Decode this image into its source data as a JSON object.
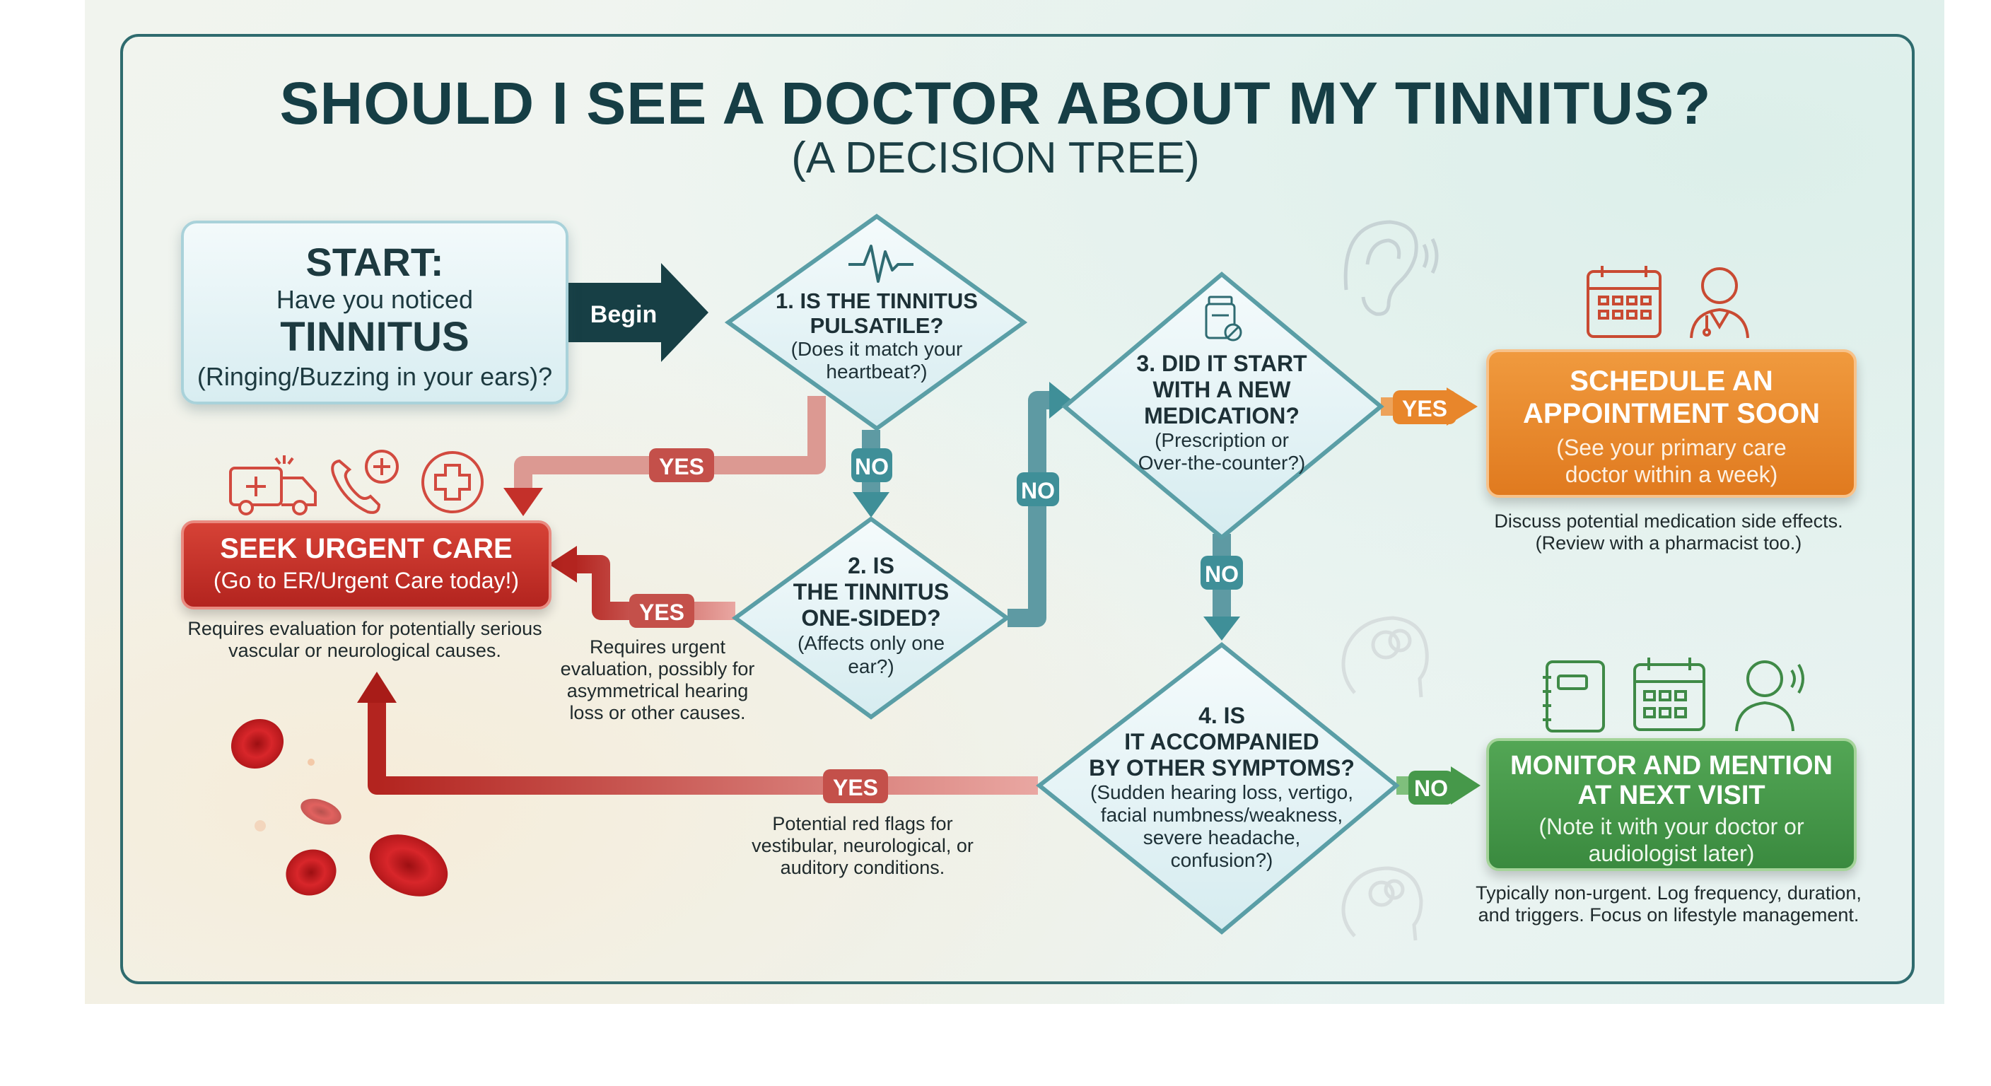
{
  "title": "SHOULD I SEE A DOCTOR ABOUT MY TINNITUS?",
  "subtitle": "(A DECISION TREE)",
  "start": {
    "line1": "START:",
    "line2": "Have you noticed",
    "line3": "TINNITUS",
    "line4": "(Ringing/Buzzing in your ears)?",
    "arrow_label": "Begin"
  },
  "questions": [
    {
      "title_lines": [
        "1. IS THE TINNITUS",
        "PULSATILE?"
      ],
      "detail_lines": [
        "(Does it match your",
        "heartbeat?)"
      ],
      "icon": "heartbeat-waveform-icon"
    },
    {
      "title_lines": [
        "2. IS",
        "THE TINNITUS",
        "ONE-SIDED?"
      ],
      "detail_lines": [
        "(Affects only one",
        "ear?)"
      ]
    },
    {
      "title_lines": [
        "3. DID IT START",
        "WITH A NEW",
        "MEDICATION?"
      ],
      "detail_lines": [
        "(Prescription or",
        "Over-the-counter?)"
      ],
      "icon": "pill-bottle-icon"
    },
    {
      "title_lines": [
        "4. IS",
        "IT ACCOMPANIED",
        "BY OTHER SYMPTOMS?"
      ],
      "detail_lines": [
        "(Sudden hearing loss, vertigo,",
        "facial numbness/weakness,",
        "severe headache,",
        "confusion?)"
      ]
    }
  ],
  "labels": {
    "q1_yes": "YES",
    "q1_no": "NO",
    "q2_yes": "YES",
    "q2_no": "NO",
    "q3_yes": "YES",
    "q3_no": "NO",
    "q4_yes": "YES",
    "q4_no": "NO"
  },
  "outcomes": {
    "urgent": {
      "title": "SEEK URGENT CARE",
      "subtitle": "(Go to ER/Urgent Care today!)",
      "note_lines": [
        "Requires evaluation for potentially serious",
        "vascular or neurological causes."
      ],
      "color": "#c4302a",
      "icons": [
        "ambulance-icon",
        "phone-medical-icon",
        "medical-cross-icon"
      ]
    },
    "appointment": {
      "title_lines": [
        "SCHEDULE AN",
        "APPOINTMENT SOON"
      ],
      "subtitle_lines": [
        "(See your primary care",
        "doctor within a week)"
      ],
      "note_lines": [
        "Discuss potential medication side effects.",
        "(Review with a pharmacist too.)"
      ],
      "color": "#e8862b",
      "icons": [
        "calendar-icon",
        "doctor-icon"
      ]
    },
    "monitor": {
      "title_lines": [
        "MONITOR AND MENTION",
        "AT NEXT VISIT"
      ],
      "subtitle_lines": [
        "(Note it with your doctor or",
        "audiologist later)"
      ],
      "note_lines": [
        "Typically non-urgent. Log frequency, duration,",
        "and triggers. Focus on lifestyle management."
      ],
      "color": "#46984a",
      "icons": [
        "notebook-icon",
        "calendar-icon",
        "person-speaking-icon"
      ]
    }
  },
  "branch_notes": {
    "q2_yes": [
      "Requires urgent",
      "evaluation, possibly for",
      "asymmetrical hearing",
      "loss or other causes."
    ],
    "q4_yes": [
      "Potential red flags for",
      "vestibular, neurological, or",
      "auditory conditions."
    ]
  },
  "decorations": [
    "ear-icon",
    "brain-head-icon",
    "blood-cells-icon"
  ],
  "colors": {
    "teal": "#3f8f98",
    "red": "#c4302a",
    "orange": "#e8862b",
    "green": "#46984a",
    "title": "#163e45"
  }
}
